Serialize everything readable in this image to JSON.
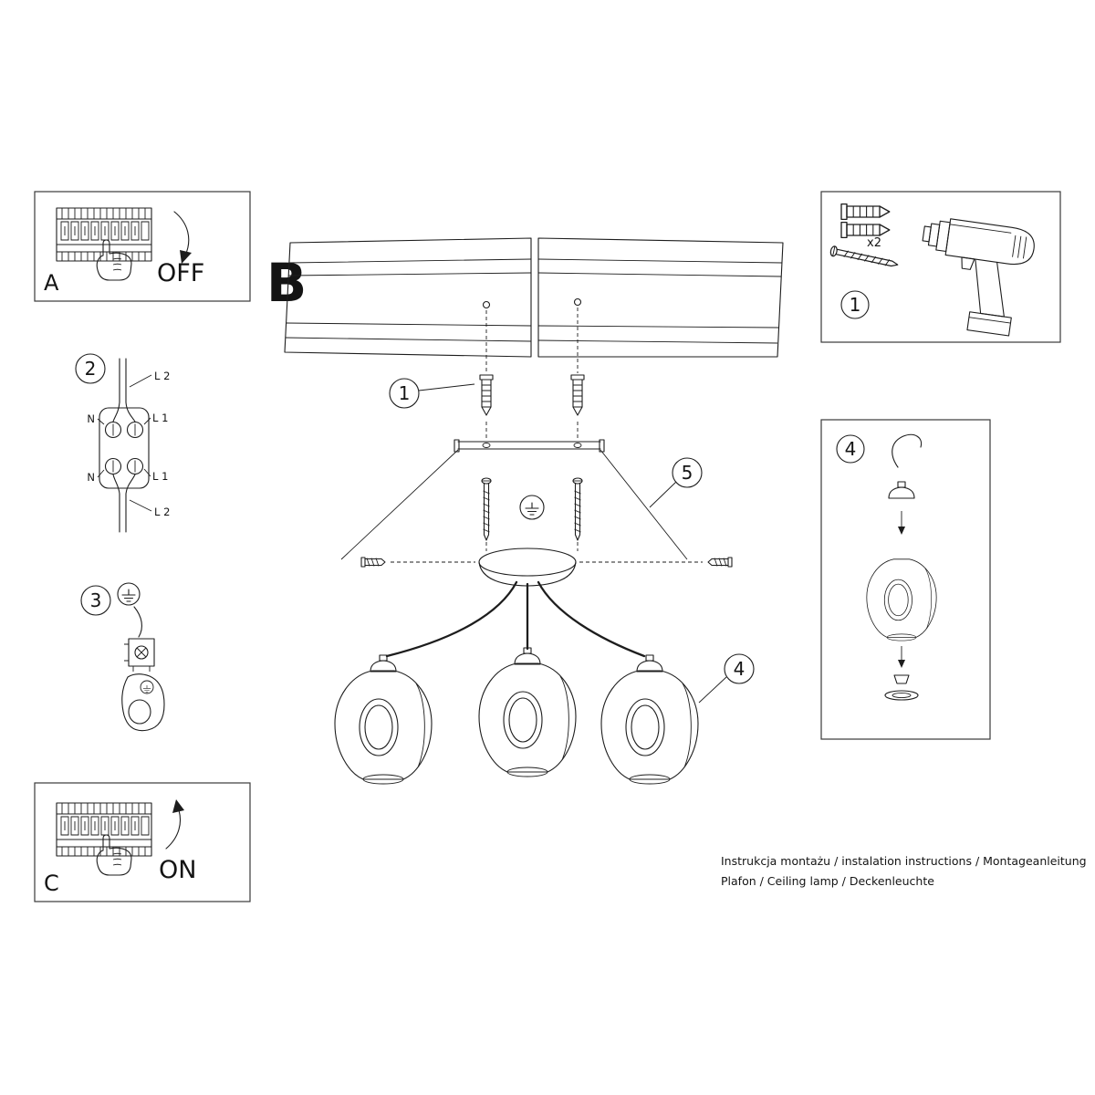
{
  "sheet": {
    "bg": "#ffffff",
    "ink": "#1d1d1d"
  },
  "sections": {
    "a": {
      "label": "A",
      "action": "OFF"
    },
    "b": {
      "label": "B"
    },
    "c": {
      "label": "C",
      "action": "ON"
    }
  },
  "callouts": {
    "main_anchor": "1",
    "wiring": "2",
    "ground": "3",
    "main_shade": "4",
    "bracket": "5",
    "kit": "1",
    "shade_detail": "4"
  },
  "kit": {
    "anchor_qty": "x2"
  },
  "wiring_labels": {
    "top_line": "L 2",
    "top_left": "N",
    "top_right": "L 1",
    "bottom_left": "N",
    "bottom_right": "L 1",
    "bottom_line": "L 2"
  },
  "footer": {
    "line1": "Instrukcja montażu / instalation instructions / Montageanleitung",
    "line2": "Plafon / Ceiling lamp / Deckenleuchte"
  }
}
